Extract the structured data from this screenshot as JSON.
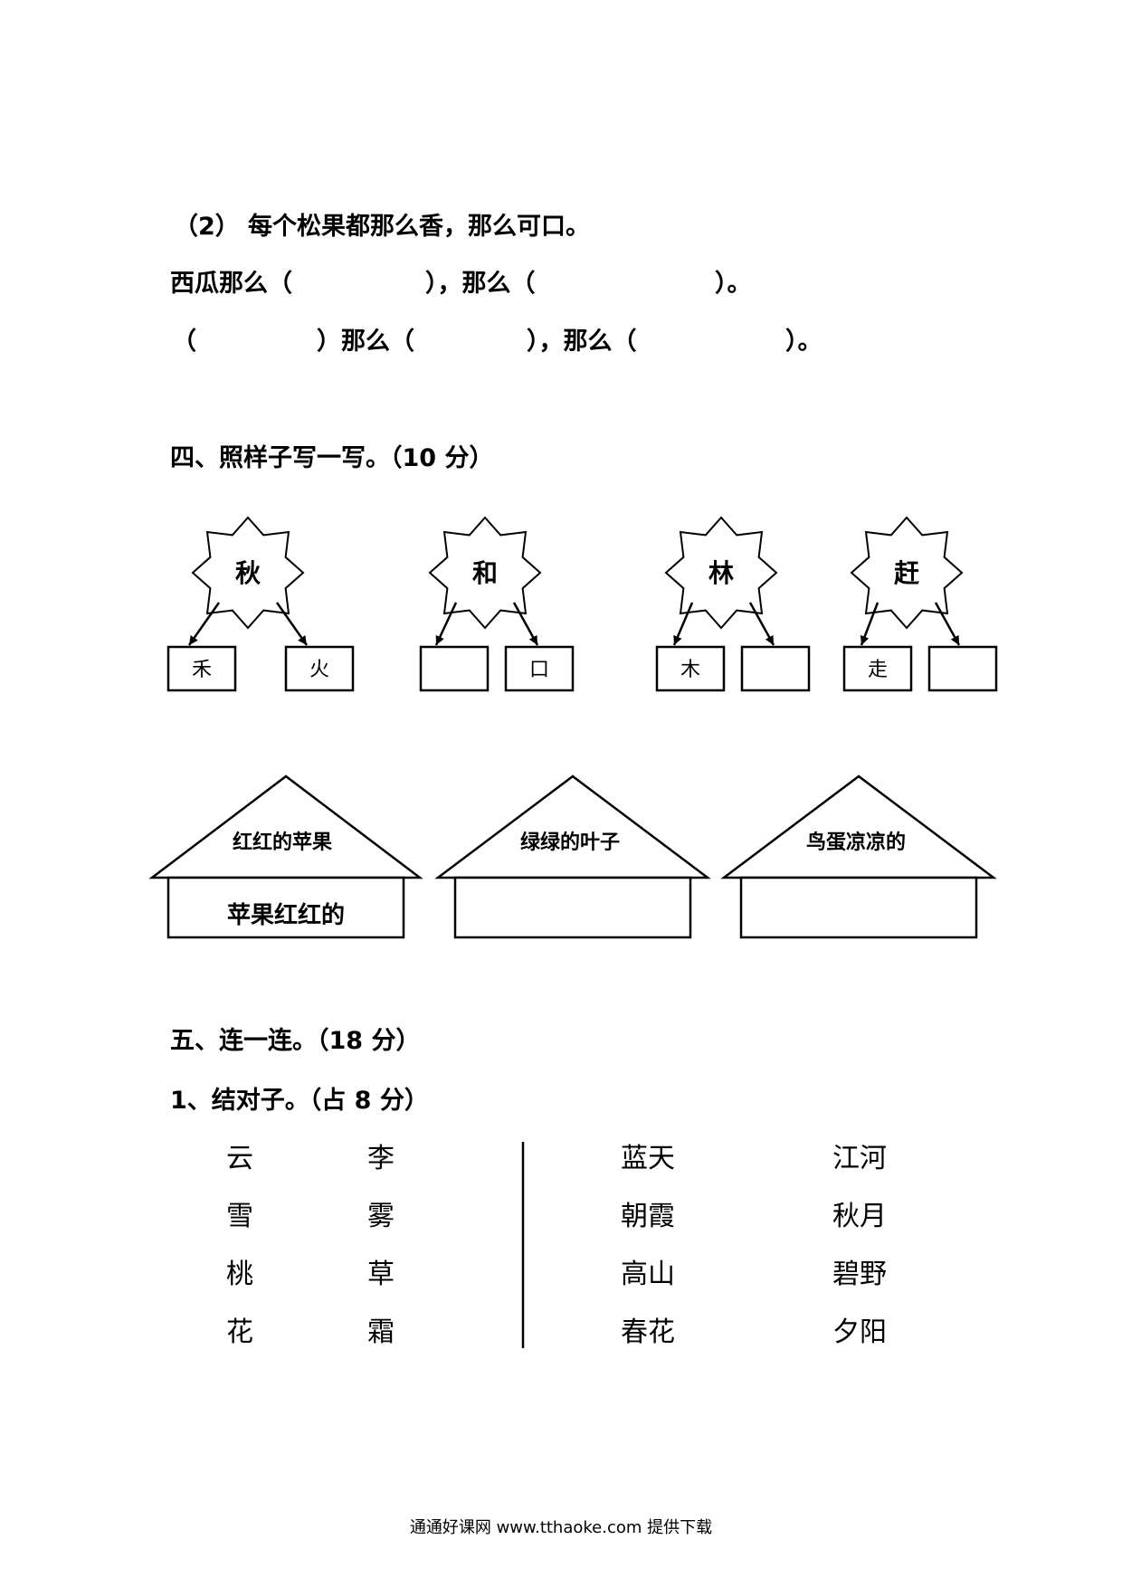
{
  "section3": {
    "q2_label": "（2）",
    "q2_sentence": "每个松果都那么香，那么可口。",
    "line1": {
      "p1": "西瓜那么（",
      "p2": "），那么（",
      "p3": "）。"
    },
    "line2": {
      "p1": "（",
      "p2": "）那么（",
      "p3": "），那么（",
      "p4": "）。"
    }
  },
  "section4": {
    "title": "四、照样子写一写。（10 分）",
    "stars": [
      {
        "char": "秋",
        "left": "禾",
        "right": "火"
      },
      {
        "char": "和",
        "left": "",
        "right": "口"
      },
      {
        "char": "林",
        "left": "木",
        "right": ""
      },
      {
        "char": "赶",
        "left": "走",
        "right": ""
      }
    ],
    "houses": [
      {
        "roof": "红红的苹果",
        "body": "苹果红红的"
      },
      {
        "roof": "绿绿的叶子",
        "body": ""
      },
      {
        "roof": "鸟蛋凉凉的",
        "body": ""
      }
    ]
  },
  "section5": {
    "title": "五、连一连。（18 分）",
    "sub1": "1、结对子。（占 8 分）",
    "left_col1": [
      "云",
      "雪",
      "桃",
      "花"
    ],
    "left_col2": [
      "李",
      "雾",
      "草",
      "霜"
    ],
    "right_col1": [
      "蓝天",
      "朝霞",
      "高山",
      "春花"
    ],
    "right_col2": [
      "江河",
      "秋月",
      "碧野",
      "夕阳"
    ]
  },
  "footer": "通通好课网  www.tthaoke.com  提供下载"
}
